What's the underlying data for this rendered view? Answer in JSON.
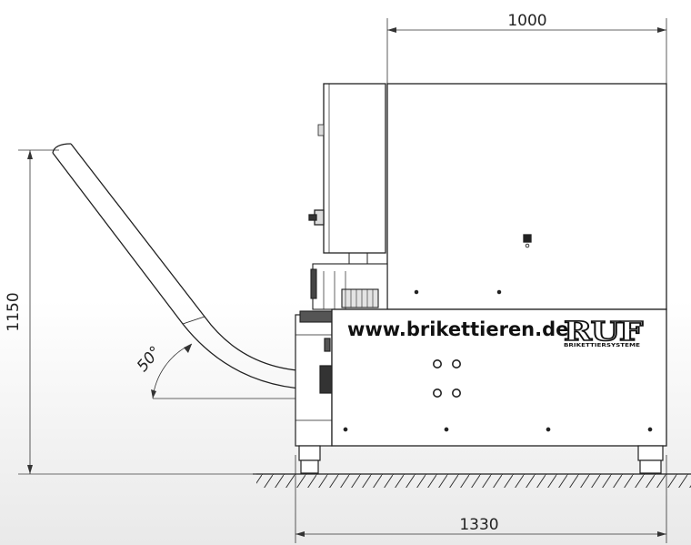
{
  "dimensions": {
    "width_top": "1000",
    "height_left": "1150",
    "width_bottom": "1330",
    "chute_angle": "50°"
  },
  "machine": {
    "website": "www.brikettieren.de",
    "logo": "RUF",
    "logo_tagline": "BRIKETTIERSYSTEME"
  }
}
